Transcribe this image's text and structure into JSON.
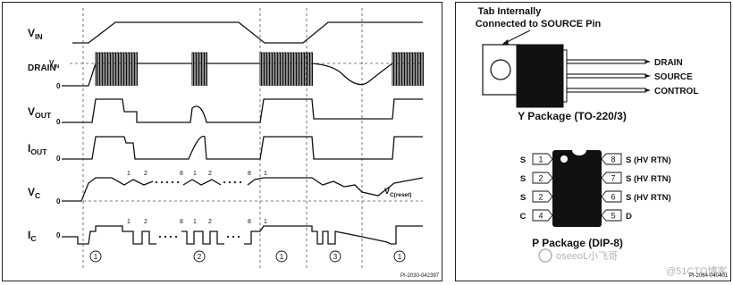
{
  "timing": {
    "signals": [
      {
        "main": "V",
        "sub": "IN"
      },
      {
        "main": "DRAIN",
        "sub": ""
      },
      {
        "main": "V",
        "sub": "OUT"
      },
      {
        "main": "I",
        "sub": "OUT"
      },
      {
        "main": "V",
        "sub": "C"
      },
      {
        "main": "I",
        "sub": "C"
      }
    ],
    "drain_vin_main": "V",
    "drain_vin_sub": "IN",
    "zero": "0",
    "vc_reset_main": "V",
    "vc_reset_sub": "C(reset)",
    "pulse_labels_vc": [
      "1",
      "2",
      "8",
      "1",
      "2",
      "8",
      "1"
    ],
    "pulse_labels_ic": [
      "1",
      "2",
      "8",
      "1",
      "2",
      "8",
      "1"
    ],
    "phases": [
      "1",
      "2",
      "1",
      "3",
      "1"
    ],
    "figure_id": "PI-2030-042397"
  },
  "package": {
    "tab_note_line1": "Tab Internally",
    "tab_note_line2": "Connected to SOURCE Pin",
    "to220_pins": [
      "DRAIN",
      "SOURCE",
      "CONTROL"
    ],
    "to220_caption": "Y Package (TO-220/3)",
    "dip_left_pins": [
      {
        "name": "S",
        "num": "1"
      },
      {
        "name": "S",
        "num": "2"
      },
      {
        "name": "S",
        "num": "2"
      },
      {
        "name": "C",
        "num": "4"
      }
    ],
    "dip_right_pins": [
      {
        "name": "S (HV RTN)",
        "num": "8"
      },
      {
        "name": "S (HV RTN)",
        "num": "7"
      },
      {
        "name": "S (HV RTN)",
        "num": "6"
      },
      {
        "name": "D",
        "num": "5"
      }
    ],
    "dip_caption": "P Package (DIP-8)",
    "figure_id": "PI-2064-040401"
  },
  "colors": {
    "line": "#111111",
    "dash": "#555555",
    "watermark": "#9a9a9a"
  }
}
